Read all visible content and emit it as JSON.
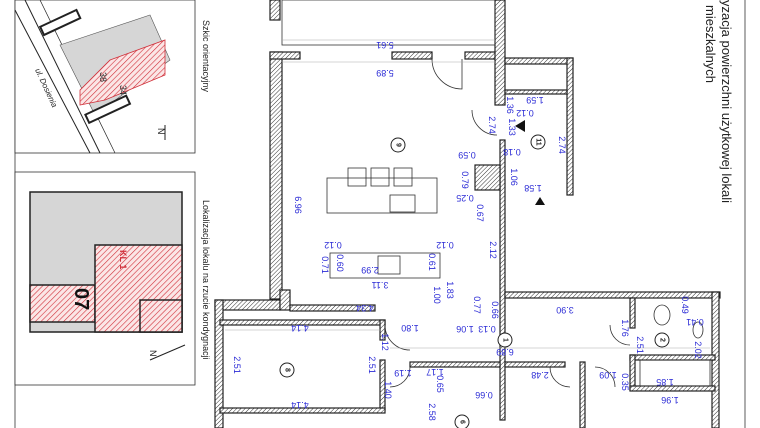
{
  "header": {
    "title_line1": "yzacja powierzchni użytkowej lokali",
    "title_line2": "mieszkalnych"
  },
  "sketch_panel": {
    "label": "Szkic orientacyjny",
    "street": "ul. Dosienia",
    "building_numbers": [
      "38",
      "34"
    ],
    "north": "N"
  },
  "location_panel": {
    "label": "Lokalizacja lokalu na rzucie kondygnacji",
    "unit_number": "07",
    "stair_label": "KL 1",
    "north": "N"
  },
  "colors": {
    "dimension": "#2b2bd6",
    "highlight": "#d0303a",
    "wall": "#222222",
    "context_fill": "#d6d6d6"
  },
  "rooms": [
    "9",
    "11",
    "8",
    "1",
    "2",
    "6"
  ],
  "dimensions": [
    "5.61",
    "5.89",
    "6.96",
    "2.74",
    "1.33",
    "0.12",
    "1.59",
    "2.74",
    "0.18",
    "1.06",
    "1.58",
    "1.36",
    "0.59",
    "0.79",
    "0.25",
    "0.67",
    "2.12",
    "0.12",
    "0.12",
    "0.60",
    "0.71",
    "2.99",
    "0.61",
    "3.11",
    "1.83",
    "1.00",
    "4.34",
    "0.77",
    "0.66",
    "4.14",
    "1.80",
    "1.06",
    "0.13",
    "3.90",
    "1.76",
    "2.51",
    "0.49",
    "0.41",
    "2.02",
    "1.12",
    "6.89",
    "2.51",
    "2.51",
    "1.19",
    "1.17",
    "0.65",
    "0.66",
    "2.48",
    "1.09",
    "0.35",
    "1.85",
    "1.96",
    "1.40",
    "2.58",
    "4.14"
  ]
}
